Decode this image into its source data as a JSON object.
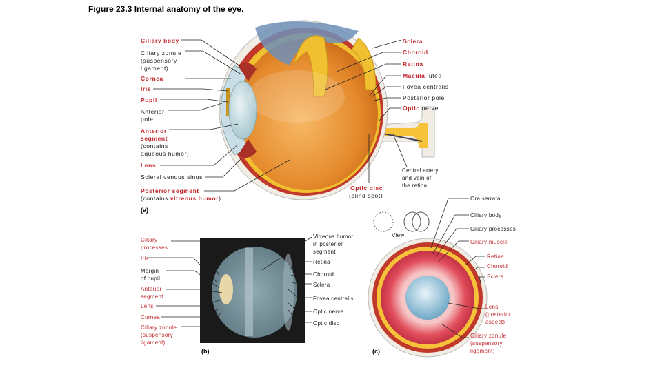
{
  "title": "Figure 23.3  Internal anatomy of the eye.",
  "panel_a": {
    "tag": "(a)",
    "left_labels": {
      "ciliary_body": "Ciliary body",
      "ciliary_zonule": "Ciliary zonule\n(suspensory\nligament)",
      "cornea": "Cornea",
      "iris": "Iris",
      "pupil": "Pupil",
      "anterior_pole": "Anterior\npole",
      "anterior_segment": "Anterior\nsegment",
      "anterior_segment_note": "(contains\naqueous humor)",
      "lens": "Lens",
      "scleral_venous_sinus": "Scleral venous sinus",
      "posterior_segment": "Posterior segment",
      "posterior_segment_note_a": "(contains ",
      "posterior_segment_note_b": "vitreous humor",
      "posterior_segment_note_c": ")"
    },
    "right_labels": {
      "sclera": "Sclera",
      "choroid": "Choroid",
      "retina": "Retina",
      "macula": "Macula",
      "lutea": " lutea",
      "fovea_centralis": "Fovea centralis",
      "posterior_pole": "Posterior pole",
      "optic": "Optic",
      "nerve": " nerve",
      "central_artery": "Central artery\nand vein of\nthe retina",
      "optic_disc": "Optic disc",
      "blind_spot": "(blind spot)"
    }
  },
  "panel_b": {
    "tag": "(b)",
    "left_labels": {
      "ciliary_processes": "Ciliary\nprocesses",
      "iris": "Iris",
      "margin_of_pupil": "Margin\nof pupil",
      "anterior_segment": "Anterior\nsegment",
      "lens": "Lens",
      "cornea": "Cornea",
      "ciliary_zonule": "Ciliary zonule\n(suspensory\nligament)"
    },
    "right_labels": {
      "vitreous_humor": "Vitreous humor\nin posterior\nsegment",
      "retina": "Retina",
      "choroid": "Choroid",
      "sclera": "Sclera",
      "fovea_centralis": "Fovea centralis",
      "optic_nerve": "Optic nerve",
      "optic_disc": "Optic disc"
    }
  },
  "panel_c": {
    "tag": "(c)",
    "view": "View",
    "top_labels": {
      "ora_serrata": "Ora serrata",
      "ciliary_body": "Ciliary body",
      "ciliary_processes": "Ciliary processes"
    },
    "right_labels": {
      "ciliary_muscle": "Ciliary muscle",
      "retina": "Retina",
      "choroid": "Choroid",
      "sclera": "Sclera",
      "lens": "Lens\n(posterior\naspect)",
      "ciliary_zonule": "Ciliary zonule\n(suspensory\nligament)"
    }
  },
  "colors": {
    "label_red": "#c0282d",
    "sclera": "#f2ede4",
    "choroid": "#c0392b",
    "retina": "#f0c030",
    "vitreous": "#e8953a",
    "cornea": "#c9dde6",
    "optic_nerve": "#f5c23a",
    "iris_c": "#e64a5a"
  }
}
